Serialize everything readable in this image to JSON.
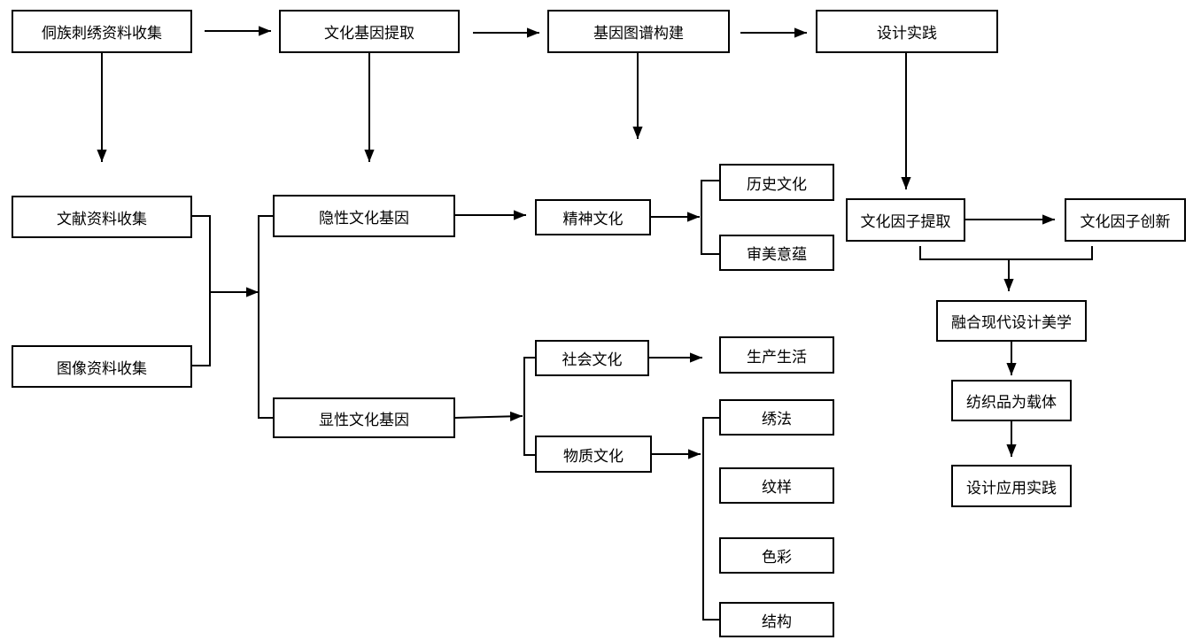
{
  "top_flow": {
    "collect": "侗族刺绣资料收集",
    "extract": "文化基因提取",
    "map": "基因图谱构建",
    "design": "设计实践"
  },
  "collection": {
    "literature": "文献资料收集",
    "image": "图像资料收集"
  },
  "genes": {
    "recessive": "隐性文化基因",
    "dominant": "显性文化基因"
  },
  "culture": {
    "spiritual": "精神文化",
    "social": "社会文化",
    "material": "物质文化"
  },
  "elements": {
    "history": "历史文化",
    "aesthetic": "审美意蕴",
    "life": "生产生活",
    "stitch": "绣法",
    "pattern": "纹样",
    "color": "色彩",
    "structure": "结构"
  },
  "design_process": {
    "factor_extract": "文化因子提取",
    "factor_innovate": "文化因子创新",
    "modern": "融合现代设计美学",
    "carrier": "纺织品为载体",
    "apply": "设计应用实践"
  },
  "colors": {
    "stroke": "#000000",
    "background": "#ffffff"
  }
}
